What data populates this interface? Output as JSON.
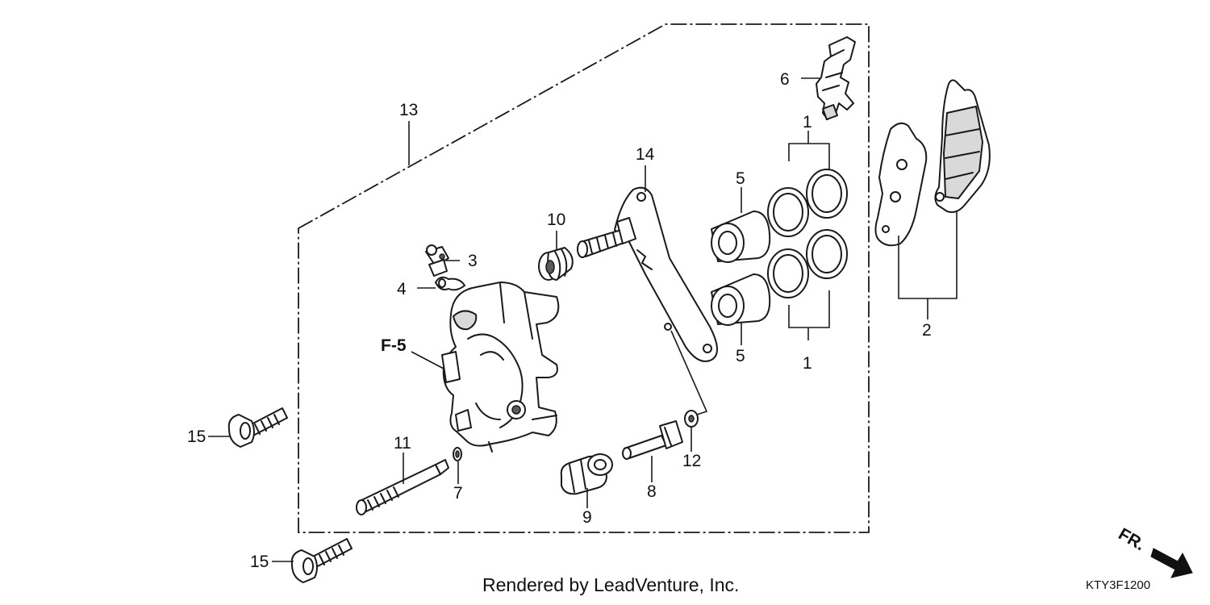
{
  "callouts": {
    "c1a": "1",
    "c1b": "1",
    "c2": "2",
    "c3": "3",
    "c4": "4",
    "c5a": "5",
    "c5b": "5",
    "c6": "6",
    "c7": "7",
    "c8": "8",
    "c9": "9",
    "c10": "10",
    "c11": "11",
    "c12": "12",
    "c13": "13",
    "c14": "14",
    "c15a": "15",
    "c15b": "15"
  },
  "ref_label": "F-5",
  "direction_label": "FR.",
  "credit": "Rendered by LeadVenture, Inc.",
  "diagram_code": "KTY3F1200"
}
